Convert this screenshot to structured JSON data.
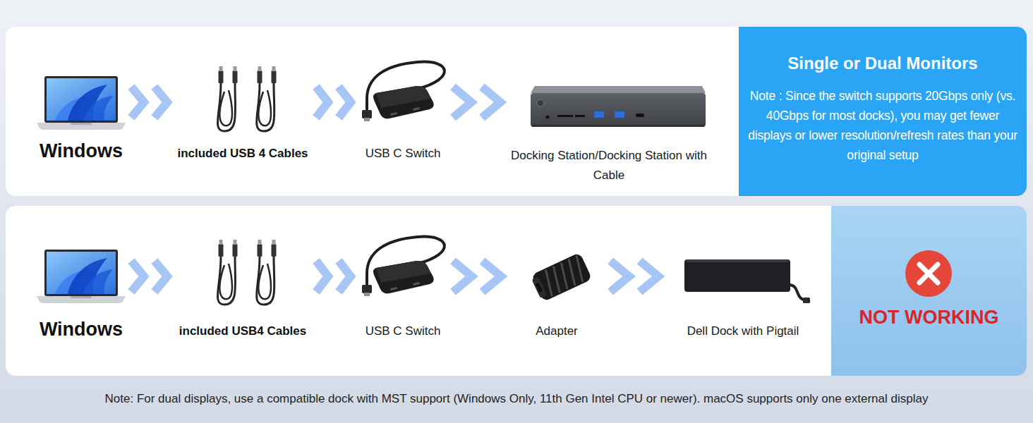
{
  "diagram": {
    "nodes": [
      {
        "text": [
          "Windows"
        ]
      },
      {
        "text": [
          "included USB 4 Cables"
        ]
      },
      {
        "text": [
          "USB C Switch"
        ]
      },
      {
        "text": [
          "Docking Station/Docking Station with Cable"
        ]
      },
      {
        "text": [
          "Single or Dual Monitors",
          "Note : Since the switch supports 20Gbps only (vs. 40Gbps for most docks), you may get fewer displays or lower resolution/refresh rates than your original setup"
        ]
      },
      {
        "text": [
          "Windows"
        ]
      },
      {
        "text": [
          "included USB4 Cables"
        ]
      },
      {
        "text": [
          "USB C Switch"
        ]
      },
      {
        "text": [
          "Adapter"
        ]
      },
      {
        "text": [
          "Dell Dock with Pigtail"
        ]
      },
      {
        "text": [
          "NOT WORKING"
        ]
      }
    ],
    "edges": [
      {
        "from": 0,
        "to": 1,
        "arrow": "to"
      },
      {
        "from": 1,
        "to": 2,
        "arrow": "to"
      },
      {
        "from": 2,
        "to": 3,
        "arrow": "to"
      },
      {
        "from": 5,
        "to": 6,
        "arrow": "to"
      },
      {
        "from": 6,
        "to": 7,
        "arrow": "to"
      },
      {
        "from": 7,
        "to": 8,
        "arrow": "to"
      },
      {
        "from": 8,
        "to": 9,
        "arrow": "to"
      }
    ],
    "labels": [
      "Note: For dual displays, use a compatible dock with MST support (Windows Only, 11th Gen Intel CPU or newer). macOS supports only one external display"
    ]
  }
}
